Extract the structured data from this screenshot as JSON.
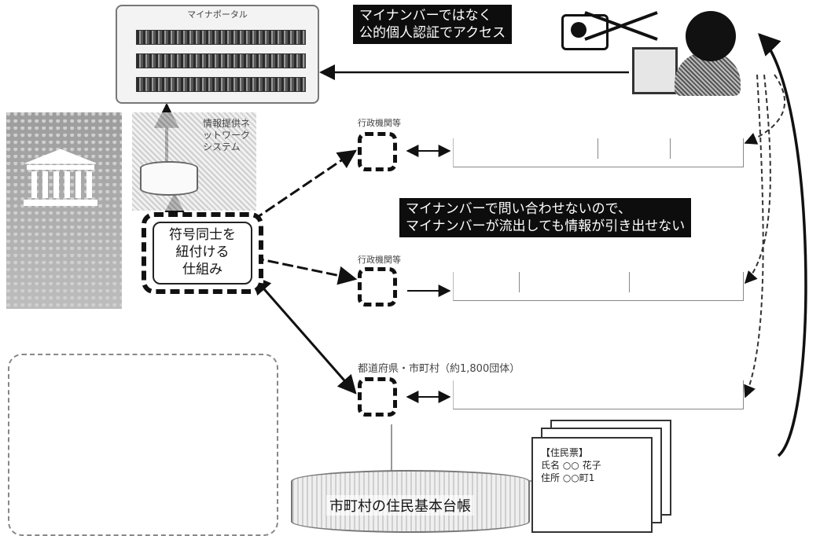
{
  "banners": {
    "top": {
      "line1": "マイナンバーではなく",
      "line2": "公的個人認証でアクセス"
    },
    "middle": {
      "line1": "マイナンバーで問い合わせないので、",
      "line2": "マイナンバーが流出しても情報が引き出せない"
    }
  },
  "linker": {
    "line1": "符号同士を",
    "line2": "紐付ける",
    "line3": "仕組み"
  },
  "ledger": {
    "label": "市町村の住民基本台帳"
  },
  "agencies": [
    {
      "title": "行政機関等"
    },
    {
      "title": "行政機関等"
    },
    {
      "title": "都道府県・市町村（約1,800団体）"
    }
  ],
  "info_system": {
    "label": "情報提供ネットワークシステム"
  },
  "portal": {
    "title": "マイナポータル"
  },
  "paper": {
    "line1": "【住民票】",
    "line2": "氏名 ○○ 花子",
    "line3": "住所 ○○町1"
  },
  "colors": {
    "banner_bg": "#0d0d0d",
    "banner_fg": "#ffffff",
    "line": "#111111"
  }
}
